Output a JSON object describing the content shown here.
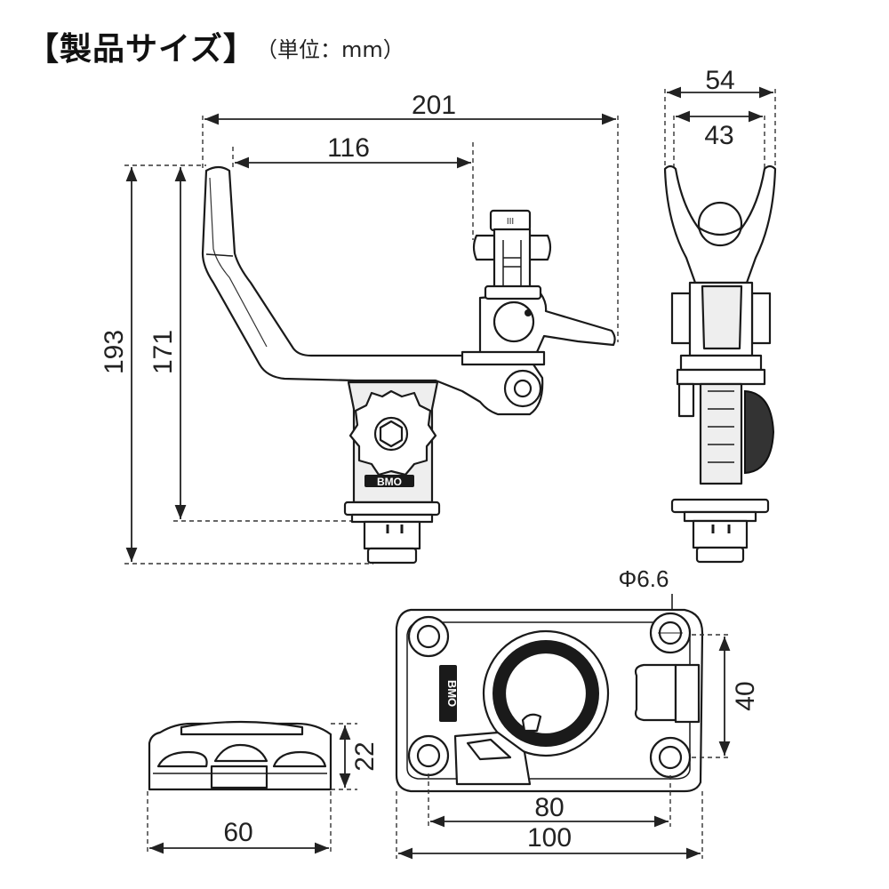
{
  "header": {
    "title": "【製品サイズ】",
    "unit": "（単位：mm）"
  },
  "dimensions": {
    "side_width_total": "201",
    "side_arm_width": "116",
    "side_height_total": "193",
    "side_height_inner": "171",
    "front_outer": "54",
    "front_inner": "43",
    "hole_diameter": "Φ6.6",
    "base_hole_pitch_v": "40",
    "base_hole_pitch_h": "80",
    "base_length": "100",
    "base_side_height": "22",
    "base_side_width": "60"
  },
  "brand": {
    "logo": "BMO"
  },
  "colors": {
    "line": "#1a1a1a",
    "fill_grey": "#eeeeee",
    "dark": "#333333"
  }
}
